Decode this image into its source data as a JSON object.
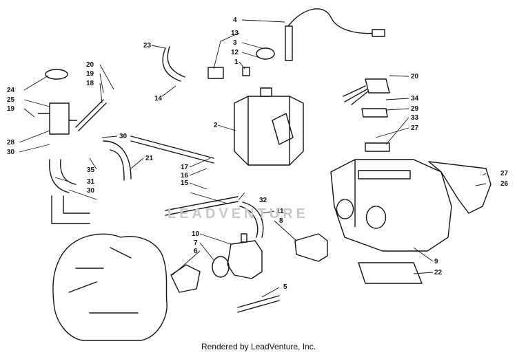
{
  "footer": "Rendered by LeadVenture, Inc.",
  "watermark": "LEADVENTURE",
  "callouts": [
    "1",
    "2",
    "3",
    "4",
    "5",
    "6",
    "7",
    "8",
    "9",
    "10",
    "11",
    "12",
    "13",
    "14",
    "15",
    "16",
    "17",
    "18",
    "19",
    "20",
    "21",
    "22",
    "23",
    "24",
    "25",
    "26",
    "27",
    "28",
    "29",
    "30",
    "31",
    "32",
    "33",
    "34",
    "35"
  ]
}
